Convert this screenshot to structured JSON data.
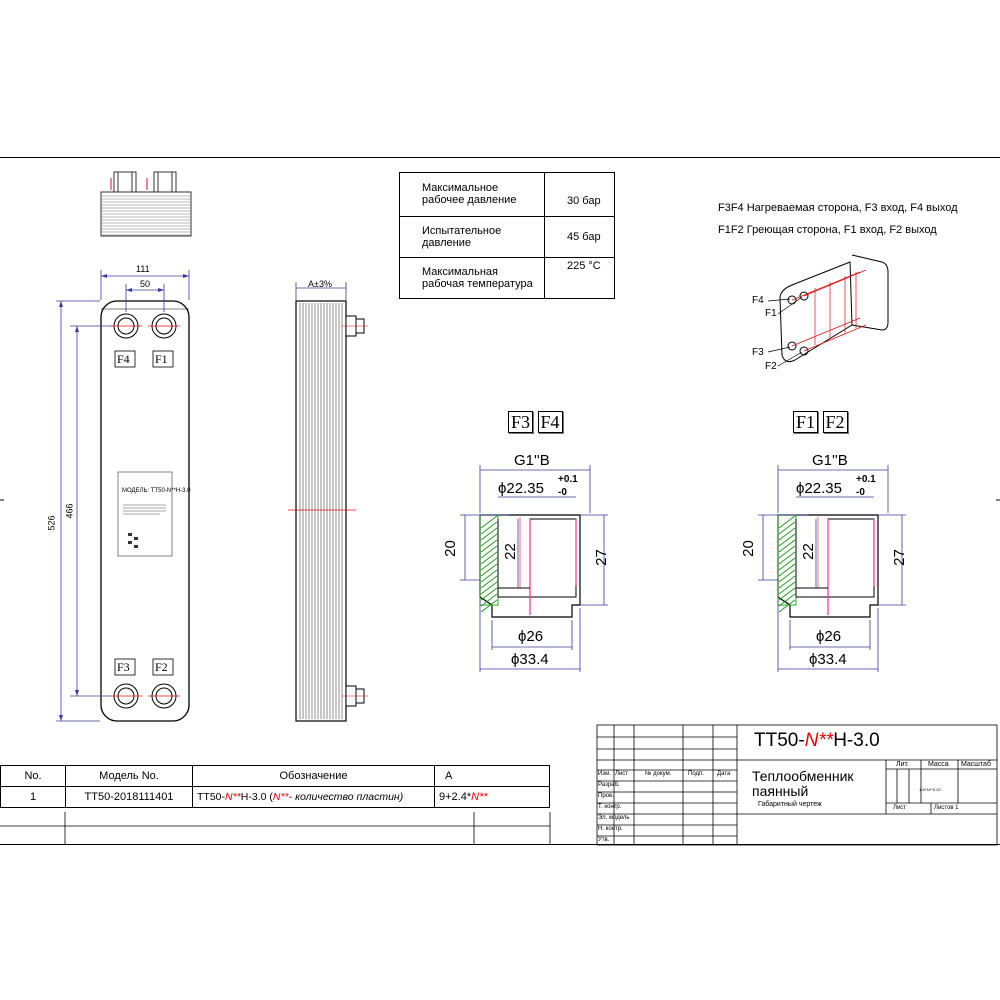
{
  "spec_table": {
    "rows": [
      {
        "label": "Максимальное рабочее давление",
        "value": "30 бар"
      },
      {
        "label": "Испытательное давление",
        "value": "45 бар"
      },
      {
        "label": "Максимальная рабочая температура",
        "value": "225 °C"
      }
    ]
  },
  "notes": {
    "line1": "F3F4 Нагреваемая сторона, F3 вход, F4 выход",
    "line2": "F1F2 Греющая сторона, F1 вход, F2 выход"
  },
  "iso_labels": {
    "f4": "F4",
    "f1": "F1",
    "f3": "F3",
    "f2": "F2"
  },
  "front_view": {
    "dim_width": "111",
    "dim_port_spacing": "50",
    "dim_height_total": "526",
    "dim_height_ports": "466",
    "port_labels": {
      "top_left": "F4",
      "top_right": "F1",
      "bottom_left": "F3",
      "bottom_right": "F2"
    },
    "nameplate_title": "МОДЕЛЬ: TT50-N**H-3.0"
  },
  "side_view": {
    "dim_thickness": "A±3%"
  },
  "details": [
    {
      "tags": [
        "F3",
        "F4"
      ],
      "thread": "G1''B",
      "bore": "ϕ22.35",
      "tol_upper": "+0.1",
      "tol_lower": "-0",
      "h_left": "20",
      "h_mid": "22",
      "h_right": "27",
      "d_inner": "ϕ26",
      "d_outer": "ϕ33.4"
    },
    {
      "tags": [
        "F1",
        "F2"
      ],
      "thread": "G1''B",
      "bore": "ϕ22.35",
      "tol_upper": "+0.1",
      "tol_lower": "-0",
      "h_left": "20",
      "h_mid": "22",
      "h_right": "27",
      "d_inner": "ϕ26",
      "d_outer": "ϕ33.4"
    }
  ],
  "model_table": {
    "headers": [
      "No.",
      "Модель No.",
      "Обозначение",
      "A"
    ],
    "row": {
      "no": "1",
      "model": "TT50-2018111401",
      "designation_prefix": "TT50-",
      "designation_var": "N**",
      "designation_suffix": "H-3.0",
      "designation_note_var": "N**",
      "designation_note": "- количество пластин)",
      "a_prefix": "9+2.4*",
      "a_var": "N**"
    }
  },
  "title_block": {
    "code_prefix": "TT50-",
    "code_var": "N**",
    "code_suffix": "H-3.0",
    "name_line1": "Теплообменник",
    "name_line2": "паянный",
    "doc_type": "Габаритный чертеж",
    "col_lit": "Лит.",
    "col_mass": "Масса",
    "col_scale": "Масштаб",
    "mass_value": "1.8+N**0.22",
    "sheet": "Лист",
    "sheets": "Листов 1",
    "row_headers": [
      "Изм.",
      "Лист",
      "№ докум.",
      "Подп.",
      "Дата"
    ],
    "roles": [
      "Разраб.",
      "Пров.",
      "Т. контр.",
      "Эл. модель",
      "Н. контр.",
      "Утв."
    ]
  },
  "colors": {
    "line": "#000000",
    "dim": "#3b3b9a",
    "axis": "#e01010",
    "hatch": "#1a9a1a",
    "accent": "#e00000"
  }
}
